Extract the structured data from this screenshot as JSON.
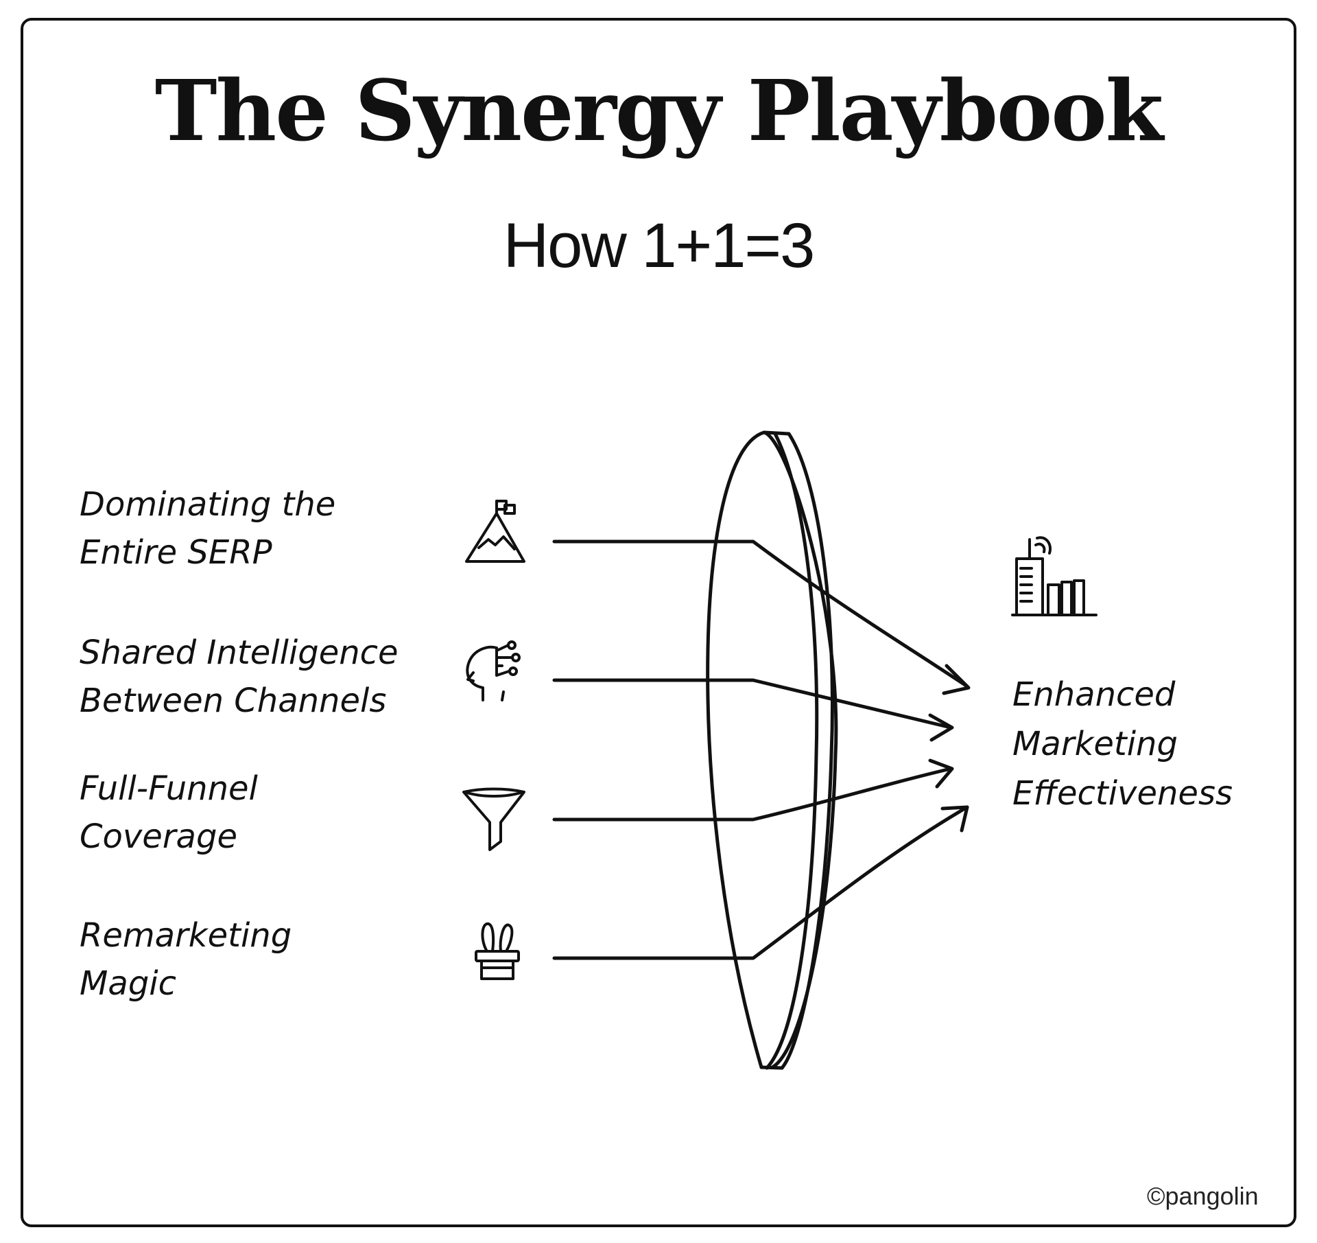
{
  "header": {
    "title": "The Synergy Playbook",
    "subtitle": "How 1+1=3"
  },
  "inputs": [
    {
      "lines": [
        "Dominating the",
        "Entire SERP"
      ],
      "icon": "mountain-flag-icon"
    },
    {
      "lines": [
        "Shared Intelligence",
        "Between Channels"
      ],
      "icon": "head-network-icon"
    },
    {
      "lines": [
        "Full-Funnel",
        "Coverage"
      ],
      "icon": "funnel-icon"
    },
    {
      "lines": [
        "Remarketing",
        "Magic"
      ],
      "icon": "rabbit-hat-icon"
    }
  ],
  "output": {
    "lines": [
      "Enhanced",
      "Marketing",
      "Effectiveness"
    ],
    "icon": "city-buildings-icon"
  },
  "lens_icon": "lens",
  "credit": "©pangolin"
}
